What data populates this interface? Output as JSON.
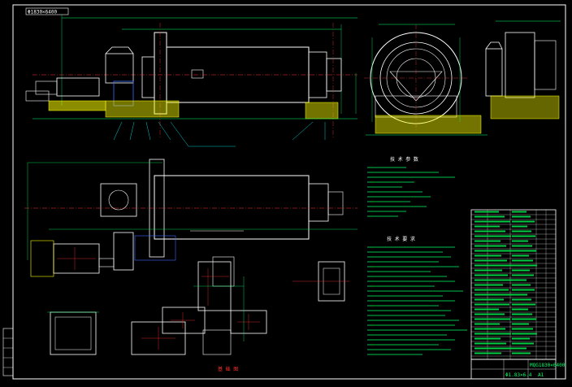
{
  "drawing": {
    "tag_top_left": "Φ1830×6400",
    "title_block": {
      "code": "MQG1830×6400",
      "spec": "Φ1.83×6.4",
      "sheet": "A1"
    },
    "section_titles": {
      "tech_specs": "技 术 参 数",
      "tech_requirements": "技 术 要 求",
      "foundation": "基 础 图"
    },
    "colors": {
      "background": "#000000",
      "outline": "#ffffff",
      "centerline": "#ff3030",
      "dimension": "#00ff66",
      "foundation_hatch": "#ffff00",
      "annotation": "#00ffff",
      "accent": "#3a6cff",
      "part_list": "#00cc44"
    }
  }
}
